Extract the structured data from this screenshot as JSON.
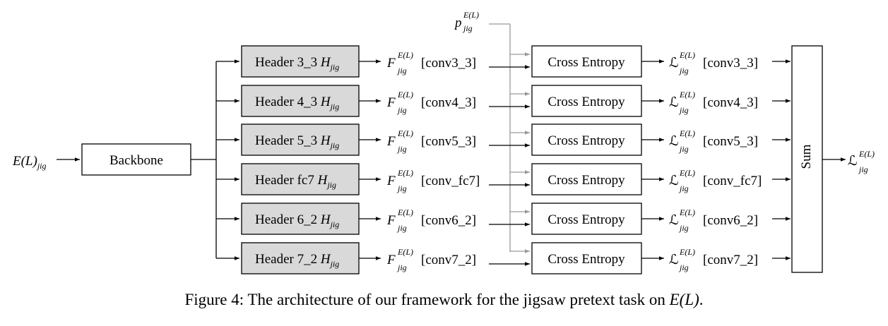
{
  "input": {
    "base": "E(L)",
    "sub": "jig"
  },
  "backbone_label": "Backbone",
  "prob_label": {
    "base": "p",
    "sub": "jig",
    "sup": "E(L)"
  },
  "rows": [
    {
      "header": "Header 3_3",
      "feature_tag": "[conv3_3]"
    },
    {
      "header": "Header 4_3",
      "feature_tag": "[conv4_3]"
    },
    {
      "header": "Header 5_3",
      "feature_tag": "[conv5_3]"
    },
    {
      "header": "Header fc7",
      "feature_tag": "[conv_fc7]"
    },
    {
      "header": "Header 6_2",
      "feature_tag": "[conv6_2]"
    },
    {
      "header": "Header 7_2",
      "feature_tag": "[conv7_2]"
    }
  ],
  "header_symbol": {
    "base": "H",
    "sub": "jig"
  },
  "feature_symbol": {
    "base": "F",
    "sub": "jig",
    "sup": "E(L)"
  },
  "loss_symbol": {
    "base": "ℒ",
    "sub": "jig",
    "sup": "E(L)"
  },
  "ce_label": "Cross Entropy",
  "sum_label": "Sum",
  "output": {
    "base": "ℒ",
    "sub": "jig",
    "sup": "E(L)"
  },
  "caption": {
    "text": "Figure 4: The architecture of our framework for the jigsaw pretext task on ",
    "math": "E(L)",
    "end": "."
  },
  "colors": {
    "header_fill": "#d9d9d9",
    "line": "#000000",
    "prob_line": "#999999"
  }
}
